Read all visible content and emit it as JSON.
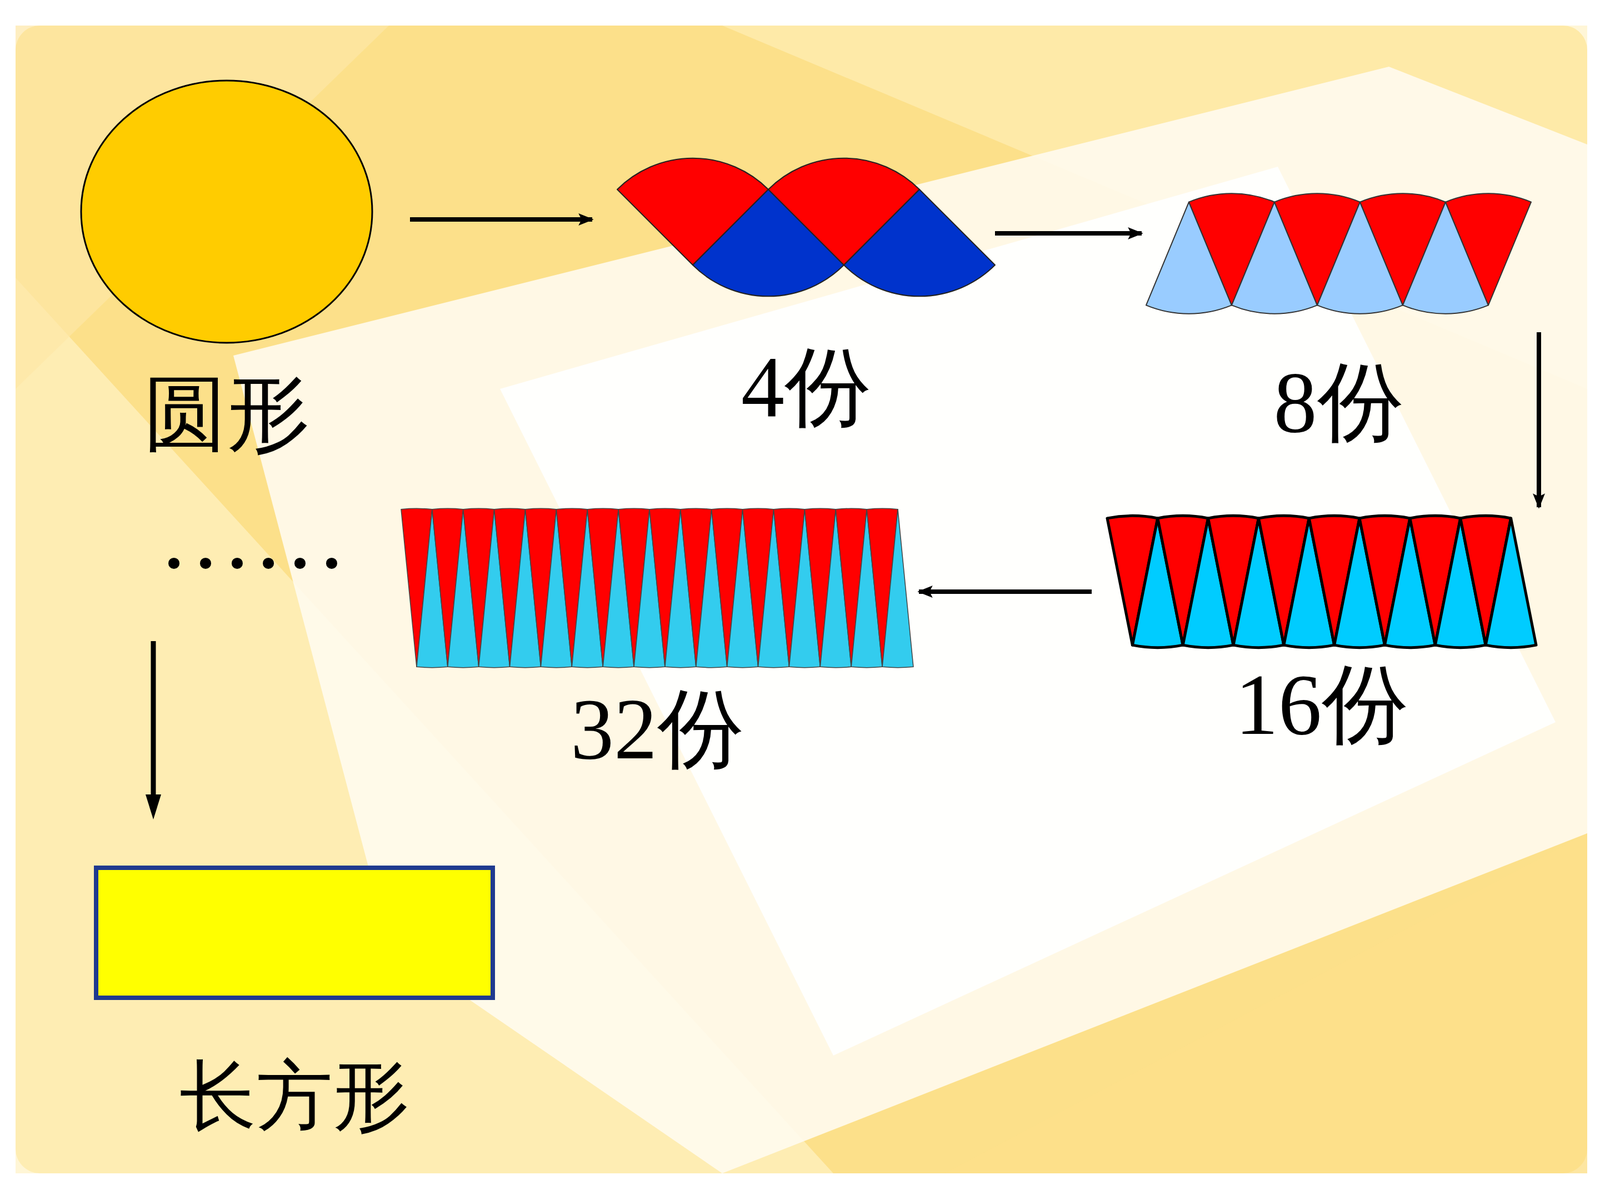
{
  "diagram": {
    "nodes": [
      {
        "text": [
          "圆形"
        ]
      },
      {
        "text": [
          "4份"
        ]
      },
      {
        "text": [
          "8份"
        ]
      },
      {
        "text": [
          "16份"
        ]
      },
      {
        "text": [
          "32份"
        ]
      },
      {
        "text": [
          "长方形"
        ]
      }
    ],
    "edges": [
      {
        "from": 0,
        "to": 1,
        "arrow": "to"
      },
      {
        "from": 1,
        "to": 2,
        "arrow": "to"
      },
      {
        "from": 2,
        "to": 3,
        "arrow": "to"
      },
      {
        "from": 3,
        "to": 4,
        "arrow": "to"
      }
    ],
    "labels": [
      "……"
    ]
  }
}
